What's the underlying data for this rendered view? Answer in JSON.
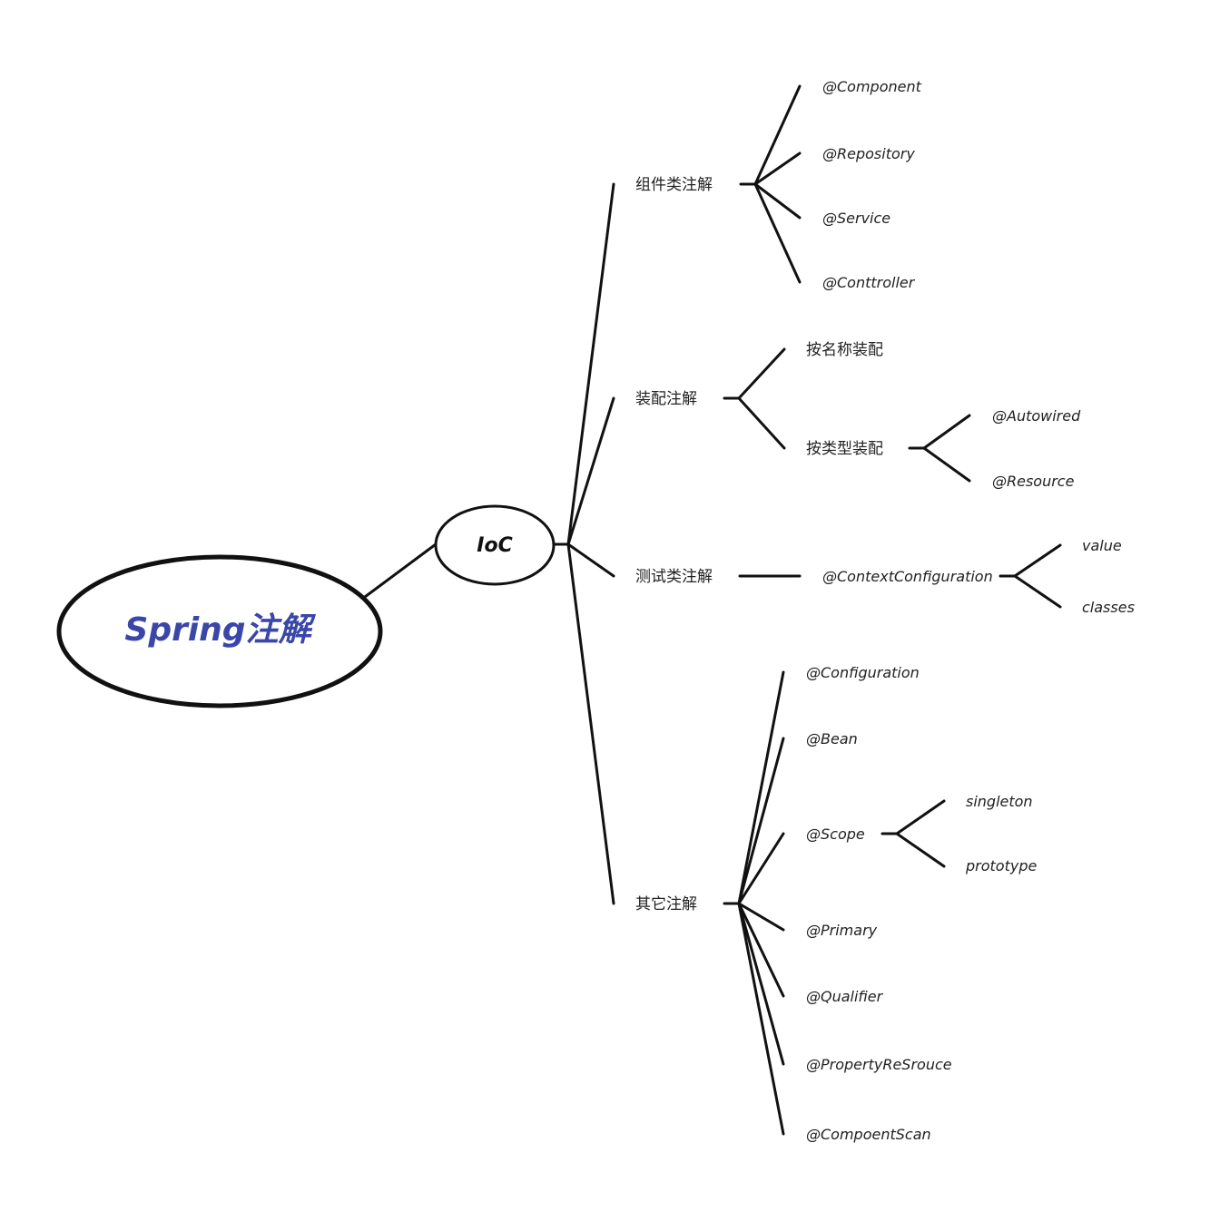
{
  "root": {
    "label": "Spring注解",
    "color": "#3a46a8"
  },
  "ioc": {
    "label": "IoC"
  },
  "branches": {
    "component": {
      "label": "组件类注解",
      "items": [
        "@Component",
        "@Repository",
        "@Service",
        "@Conttroller"
      ]
    },
    "assembly": {
      "label": "装配注解",
      "by_name": "按名称装配",
      "by_type": "按类型装配",
      "by_type_items": [
        "@Autowired",
        "@Resource"
      ]
    },
    "test": {
      "label": "测试类注解",
      "context": "@ContextConfiguration",
      "context_items": [
        "value",
        "classes"
      ]
    },
    "other": {
      "label": "其它注解",
      "items": [
        "@Configuration",
        "@Bean",
        "@Scope",
        "@Primary",
        "@Qualifier",
        "@PropertyReSrouce",
        "@CompoentScan"
      ],
      "scope_items": [
        "singleton",
        "prototype"
      ]
    }
  }
}
